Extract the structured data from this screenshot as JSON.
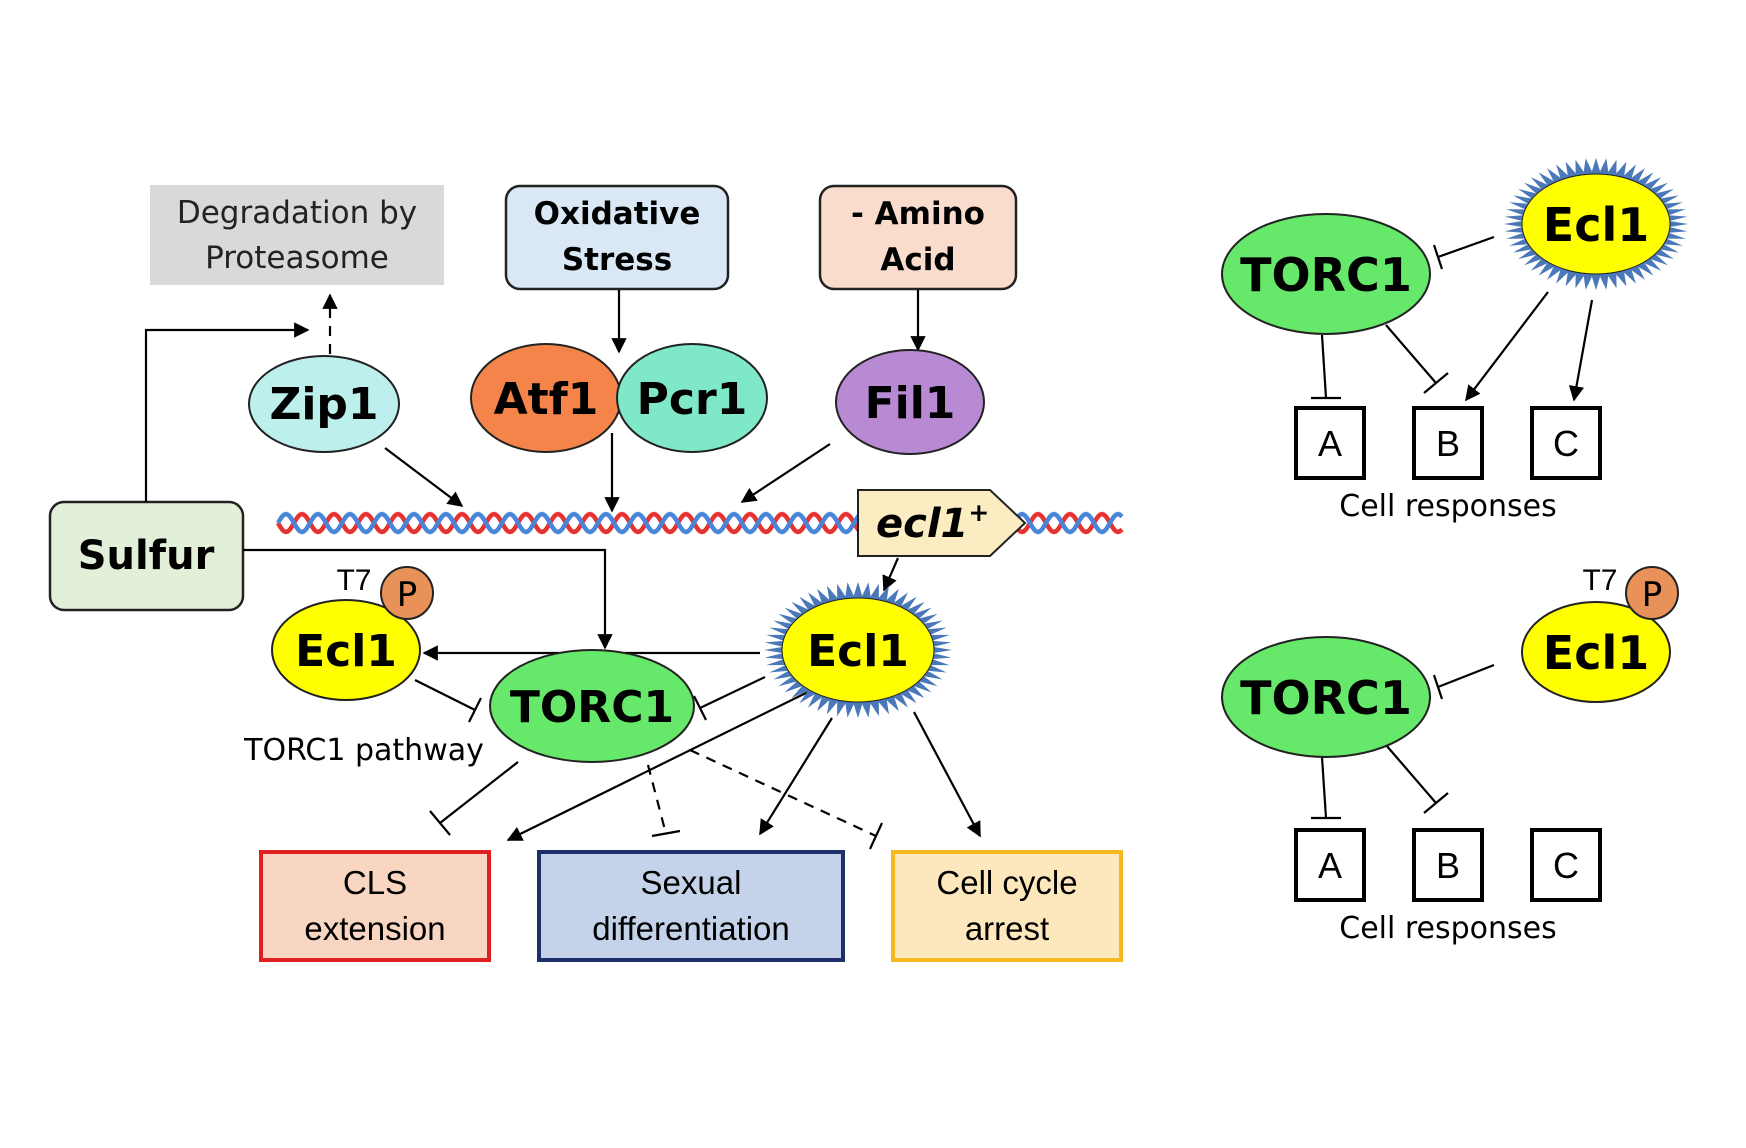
{
  "boxes": {
    "degradation": [
      "Degradation by",
      "Proteasome"
    ],
    "oxidative": [
      "Oxidative",
      "Stress"
    ],
    "amino": [
      "- Amino",
      "Acid"
    ],
    "sulfur": "Sulfur"
  },
  "proteins": {
    "zip1": "Zip1",
    "atf1": "Atf1",
    "pcr1": "Pcr1",
    "fil1": "Fil1",
    "ecl1": "Ecl1",
    "torc1": "TORC1",
    "phospho": "P",
    "t7": "T7"
  },
  "gene": {
    "name": "ecl1",
    "sup": "+"
  },
  "labels": {
    "torc1_pathway": "TORC1 pathway",
    "cell_responses": "Cell responses"
  },
  "outcomes": {
    "cls": [
      "CLS",
      "extension"
    ],
    "sexual": [
      "Sexual",
      "differentiation"
    ],
    "cellcycle": [
      "Cell cycle",
      "arrest"
    ]
  },
  "response_letters": [
    "A",
    "B",
    "C"
  ],
  "colors": {
    "degradation_box": "#d9d9d9",
    "oxidative_box": "#dae8f5",
    "amino_box": "#f9dccb",
    "sulfur_box": "#e2efd9",
    "zip1": "#bdf0ec",
    "atf1": "#f4844a",
    "pcr1": "#7ee8c8",
    "fil1": "#b88ad4",
    "ecl1": "#ffff00",
    "ecl1_spikes": "#4a78b8",
    "torc1": "#66e86a",
    "phospho": "#e8925a",
    "gene_tag": "#fbecc2",
    "dna_red": "#e63232",
    "dna_blue": "#4a86d8",
    "cls_border": "#e02020",
    "cls_fill": "#f9d6c2",
    "sexual_border": "#1f2f6b",
    "sexual_fill": "#c5d3ea",
    "cellcycle_border": "#f4b820",
    "cellcycle_fill": "#fde8bd"
  }
}
